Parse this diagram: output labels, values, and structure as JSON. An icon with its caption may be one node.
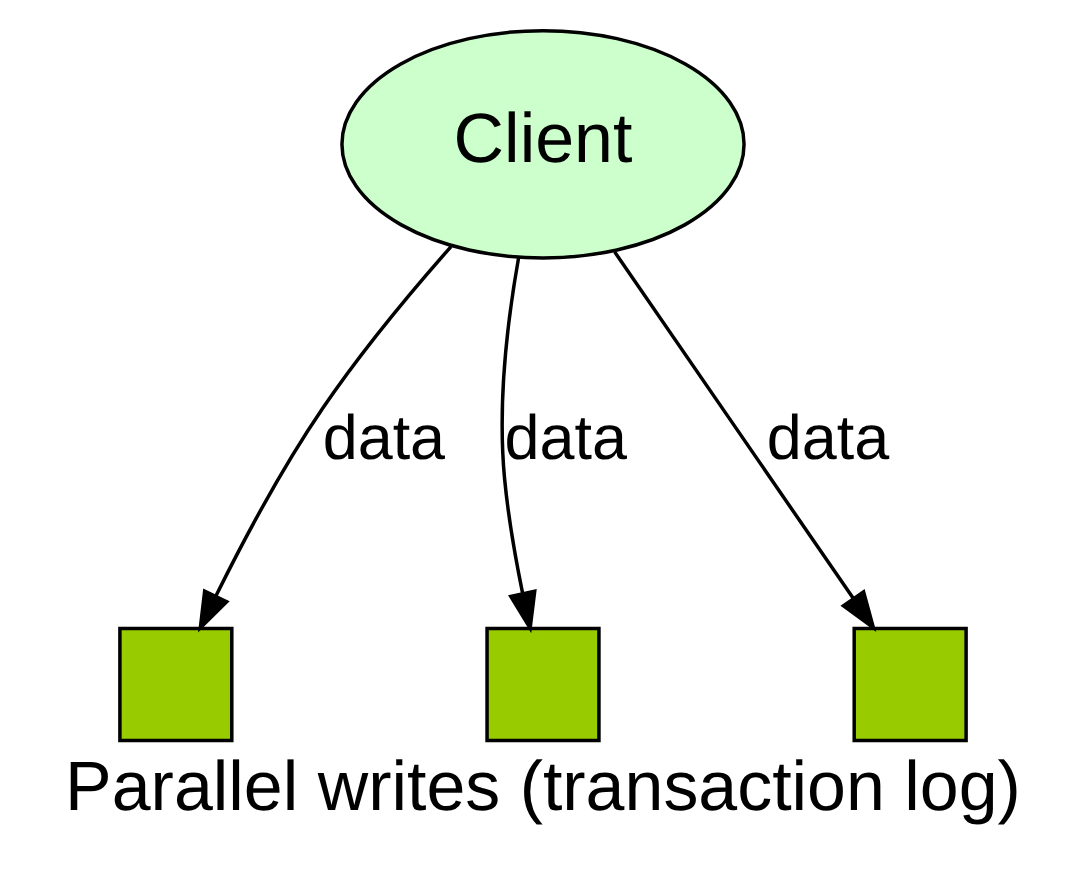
{
  "diagram": {
    "caption": "Parallel writes (transaction log)",
    "nodes": [
      {
        "text": [
          "Client"
        ]
      },
      {
        "text": [],
        "shape": "box"
      },
      {
        "text": [],
        "shape": "box"
      },
      {
        "text": [],
        "shape": "box"
      }
    ],
    "edges": [
      {
        "from": 0,
        "to": 1,
        "arrow": "to",
        "label": "data"
      },
      {
        "from": 0,
        "to": 2,
        "arrow": "to",
        "label": "data"
      },
      {
        "from": 0,
        "to": 3,
        "arrow": "to",
        "label": "data"
      }
    ]
  }
}
